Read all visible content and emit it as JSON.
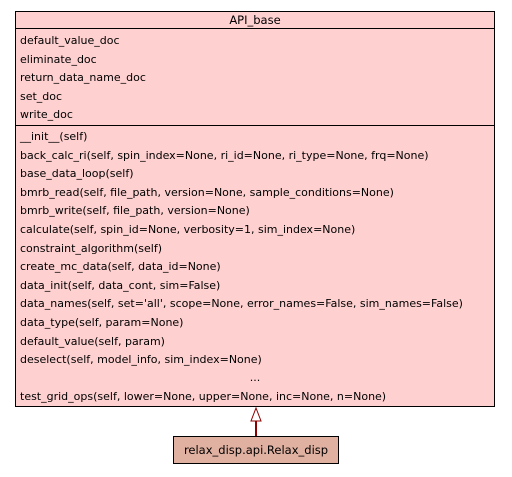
{
  "base_class": {
    "name": "API_base",
    "attributes": [
      "default_value_doc",
      "eliminate_doc",
      "return_data_name_doc",
      "set_doc",
      "write_doc"
    ],
    "methods": [
      "__init__(self)",
      "back_calc_ri(self, spin_index=None, ri_id=None, ri_type=None, frq=None)",
      "base_data_loop(self)",
      "bmrb_read(self, file_path, version=None, sample_conditions=None)",
      "bmrb_write(self, file_path, version=None)",
      "calculate(self, spin_id=None, verbosity=1, sim_index=None)",
      "constraint_algorithm(self)",
      "create_mc_data(self, data_id=None)",
      "data_init(self, data_cont, sim=False)",
      "data_names(self, set='all', scope=None, error_names=False, sim_names=False)",
      "data_type(self, param=None)",
      "default_value(self, param)",
      "deselect(self, model_info, sim_index=None)"
    ],
    "ellipsis": "...",
    "last_method": "test_grid_ops(self, lower=None, upper=None, inc=None, n=None)",
    "fill_color": "#ffd0d0"
  },
  "derived_class": {
    "name": "relax_disp.api.Relax_disp",
    "fill_color": "#e0b0a0"
  },
  "edge": {
    "type": "inheritance",
    "color": "#8b0000"
  }
}
